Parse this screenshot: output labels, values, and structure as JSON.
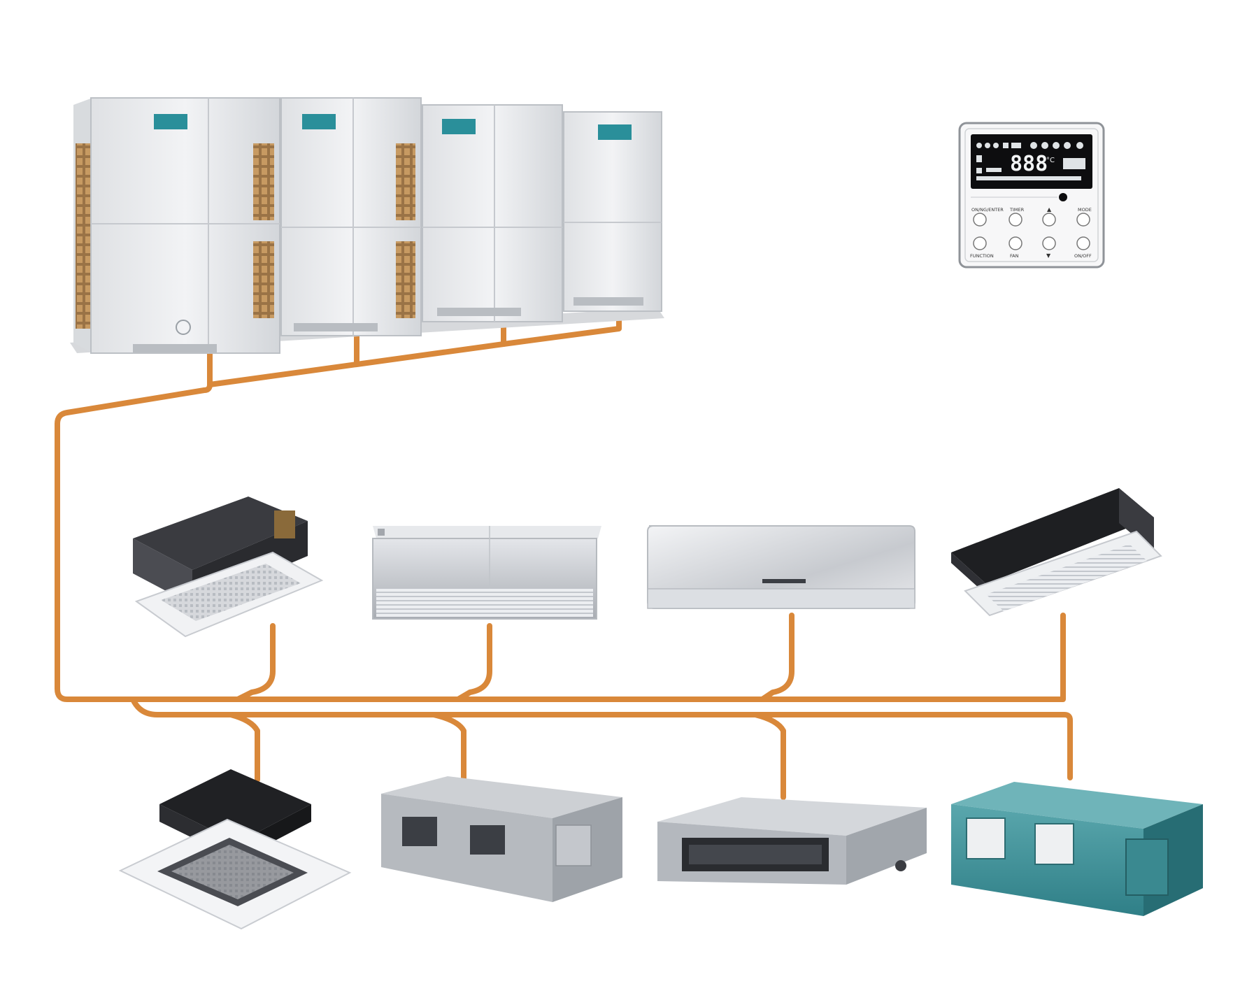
{
  "diagram": {
    "outdoor_units": {
      "modules": [
        {
          "name": "outdoor-module-1"
        },
        {
          "name": "outdoor-module-2"
        },
        {
          "name": "outdoor-module-3"
        },
        {
          "name": "outdoor-module-4"
        }
      ],
      "colors": {
        "panel": "#e9eaec",
        "panel_shadow": "#c9ccd1",
        "grille": "#b0895c",
        "logo": "#2a8f9a"
      }
    },
    "controller": {
      "lcd_digits": "888",
      "lcd_unit": "°C",
      "buttons_top": [
        "ON/NG/ENTER",
        "TIMER",
        "▲",
        "MODE"
      ],
      "buttons_bottom": [
        "FUNCTION",
        "FAN",
        "▼",
        "ON/OFF"
      ]
    },
    "indoor_units_upper": [
      {
        "type": "compact-cassette"
      },
      {
        "type": "ceiling-floor-unit"
      },
      {
        "type": "wall-mounted-unit"
      },
      {
        "type": "one-way-cassette"
      }
    ],
    "indoor_units_lower": [
      {
        "type": "four-way-cassette"
      },
      {
        "type": "medium-static-duct"
      },
      {
        "type": "slim-duct"
      },
      {
        "type": "high-static-duct"
      }
    ],
    "pipe_color": "#d9883a",
    "pipe_highlight": "#f2b36b"
  }
}
